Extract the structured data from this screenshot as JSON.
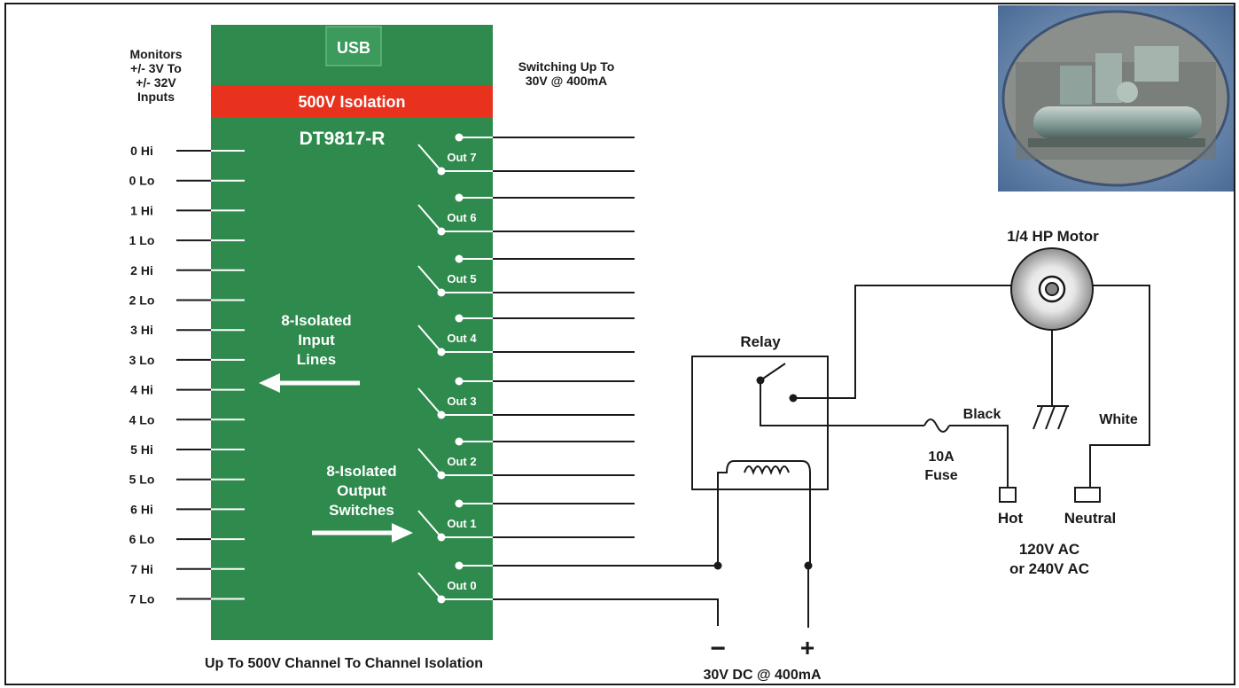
{
  "board": {
    "usb_label": "USB",
    "isolation_bar": "500V Isolation",
    "model": "DT9817-R",
    "input_note": [
      "8-Isolated",
      "Input",
      "Lines"
    ],
    "output_note": [
      "8-Isolated",
      "Output",
      "Switches"
    ],
    "footer": "Up To 500V Channel To Channel Isolation"
  },
  "input_header": [
    "Monitors",
    "+/- 3V To",
    "+/- 32V",
    "Inputs"
  ],
  "output_header": [
    "Switching Up To",
    "30V @ 400mA"
  ],
  "inputs": [
    "0 Hi",
    "0 Lo",
    "1 Hi",
    "1 Lo",
    "2 Hi",
    "2 Lo",
    "3 Hi",
    "3 Lo",
    "4 Hi",
    "4 Lo",
    "5 Hi",
    "5 Lo",
    "6 Hi",
    "6 Lo",
    "7 Hi",
    "7 Lo"
  ],
  "outputs": [
    "Out 7",
    "Out 6",
    "Out 5",
    "Out 4",
    "Out 3",
    "Out 2",
    "Out 1",
    "Out 0"
  ],
  "circuit": {
    "relay": "Relay",
    "motor": "1/4 HP Motor",
    "fuse": [
      "10A",
      "Fuse"
    ],
    "black": "Black",
    "white": "White",
    "hot": "Hot",
    "neutral": "Neutral",
    "ac": [
      "120V AC",
      "or 240V AC"
    ],
    "minus": "−",
    "plus": "+",
    "dc": "30V DC @ 400mA"
  },
  "colors": {
    "board_green": "#2e8a4d",
    "isolation_red": "#e8321e",
    "photo_blue": "#5a7da8"
  },
  "icons": [
    "motor-icon",
    "ground-icon",
    "fuse-icon",
    "relay-coil-icon",
    "chiller-photo"
  ]
}
